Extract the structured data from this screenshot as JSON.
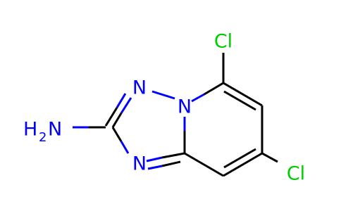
{
  "molecule": {
    "atoms": {
      "cl_top": "Cl",
      "cl_bottom": "Cl",
      "n1": "N",
      "n2": "N",
      "n3": "N",
      "amine_h": "H",
      "amine_sub": "2",
      "amine_n": "N"
    },
    "colors": {
      "bond": "#000000",
      "nitrogen": "#0000ff",
      "chlorine": "#00cc00",
      "background": "#ffffff"
    }
  }
}
